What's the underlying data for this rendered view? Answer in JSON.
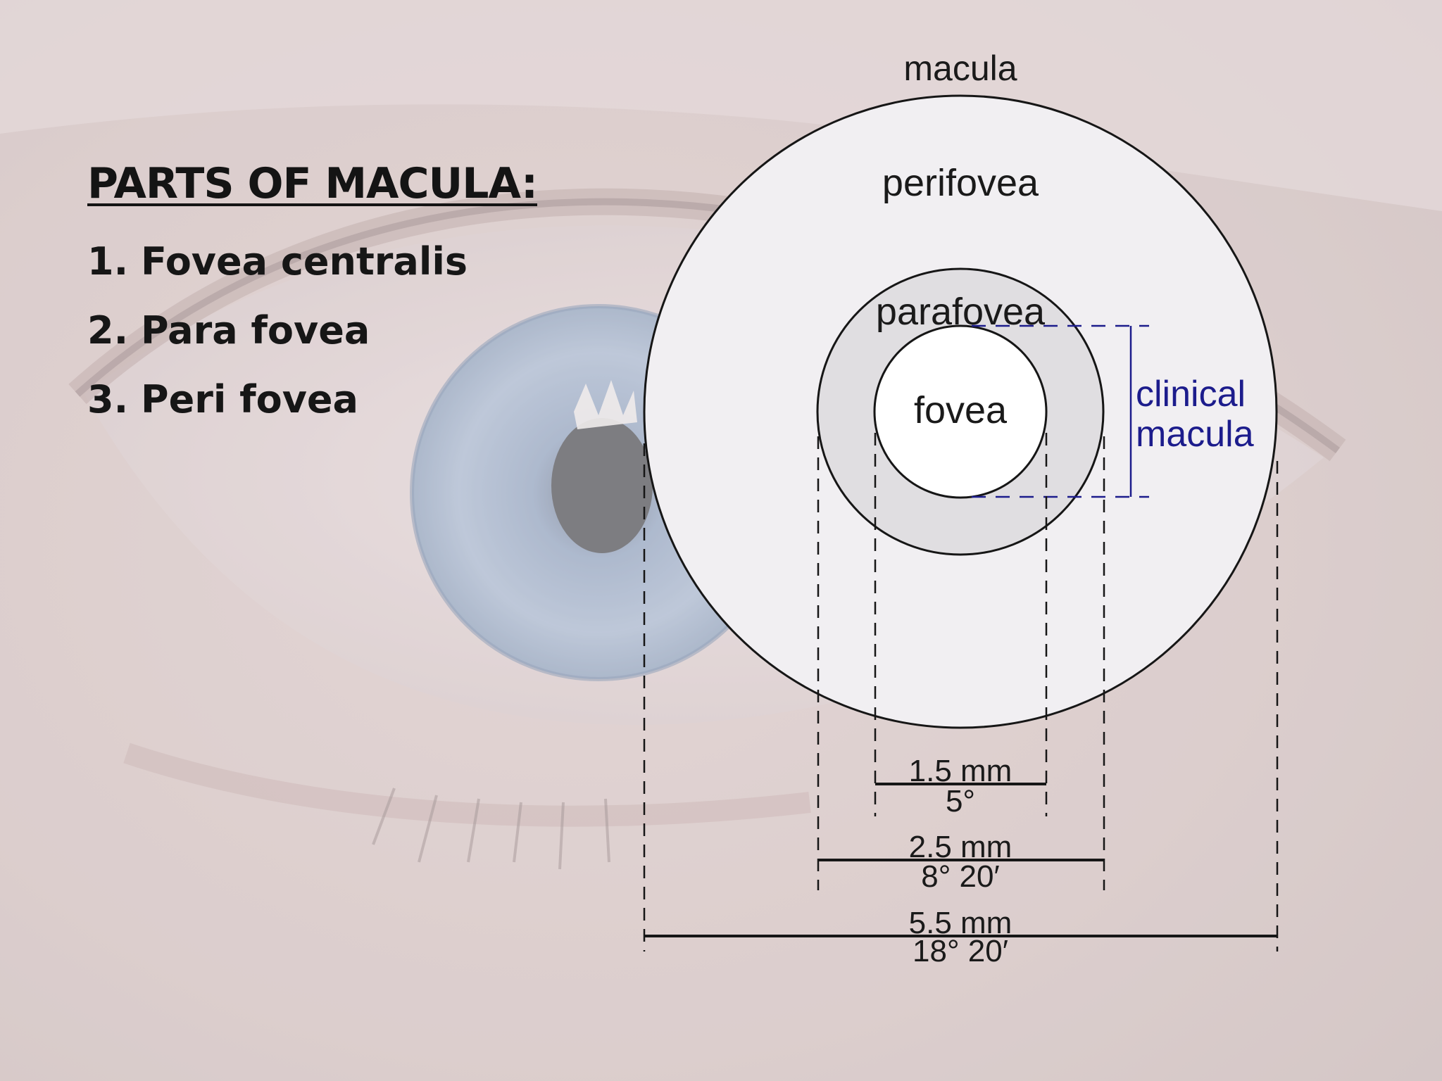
{
  "slide": {
    "heading": "PARTS OF MACULA:",
    "parts": [
      {
        "number": "1.",
        "label": "Fovea centralis"
      },
      {
        "number": "2.",
        "label": "Para fovea"
      },
      {
        "number": "3.",
        "label": "Peri fovea"
      }
    ]
  },
  "diagram": {
    "labels": {
      "macula": "macula",
      "perifovea": "perifovea",
      "parafovea": "parafovea",
      "fovea": "fovea",
      "clinical_line1": "clinical",
      "clinical_line2": "macula"
    },
    "dimensions": [
      {
        "size": "1.5 mm",
        "angle": "5°"
      },
      {
        "size": "2.5 mm",
        "angle": "8° 20′"
      },
      {
        "size": "5.5 mm",
        "angle": "18° 20′"
      }
    ],
    "colors": {
      "perifovea_fill": "#f1eff2",
      "parafovea_fill": "#e0dee1",
      "fovea_fill": "#ffffff",
      "clinical_macula": "#1c1c8c",
      "outline": "#161616"
    }
  }
}
